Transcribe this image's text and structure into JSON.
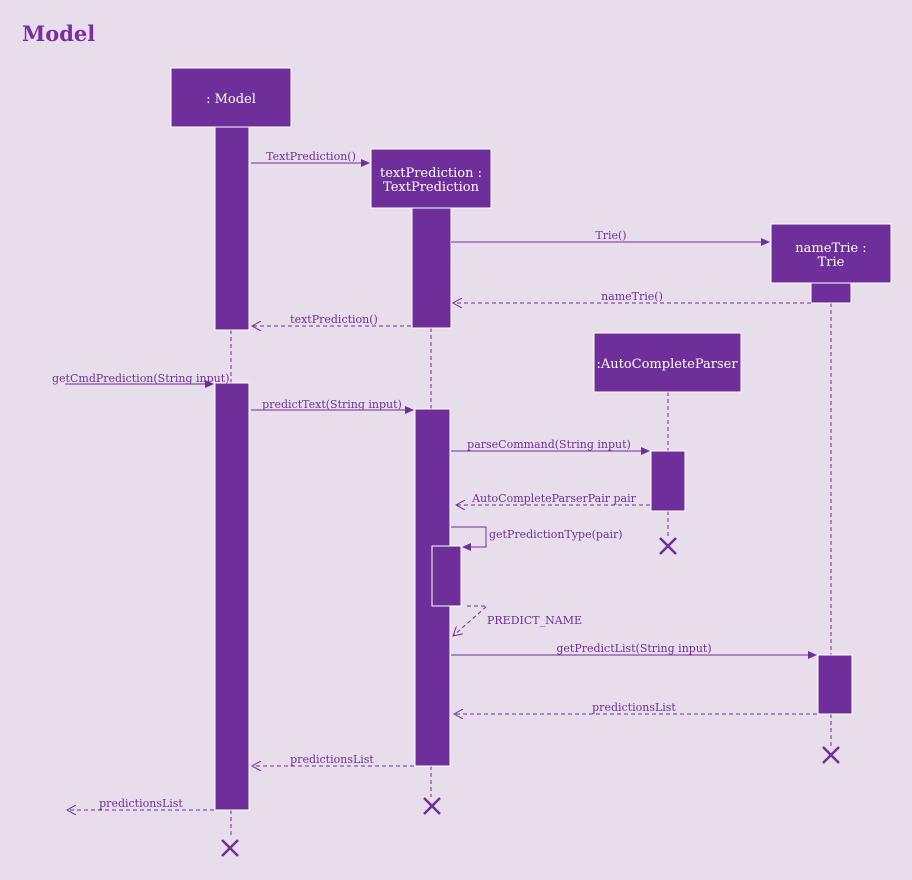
{
  "frame": {
    "title": "Model"
  },
  "colors": {
    "background": "#e8deeb",
    "primary": "#6f2f9a",
    "box_text": "#ffffff",
    "frame_title": "#7a2f9e"
  },
  "participants": {
    "model": {
      "label": ": Model"
    },
    "text_prediction": {
      "line1": "textPrediction :",
      "line2": "TextPrediction"
    },
    "name_trie": {
      "line1": "nameTrie :",
      "line2": "Trie"
    },
    "auto_complete_parser": {
      "label": ":AutoCompleteParser"
    }
  },
  "messages": {
    "m1": "TextPrediction()",
    "m2": "Trie()",
    "m3": "nameTrie()",
    "m4": "textPrediction()",
    "m5": "getCmdPrediction(String input)",
    "m6": "predictText(String input)",
    "m7": "parseCommand(String input)",
    "m8": "AutoCompleteParserPair pair",
    "m9": "getPredictionType(pair)",
    "m10": "PREDICT_NAME",
    "m11": "getPredictList(String input)",
    "m12": "predictionsList",
    "m13": "predictionsList",
    "m14": "predictionsList"
  }
}
